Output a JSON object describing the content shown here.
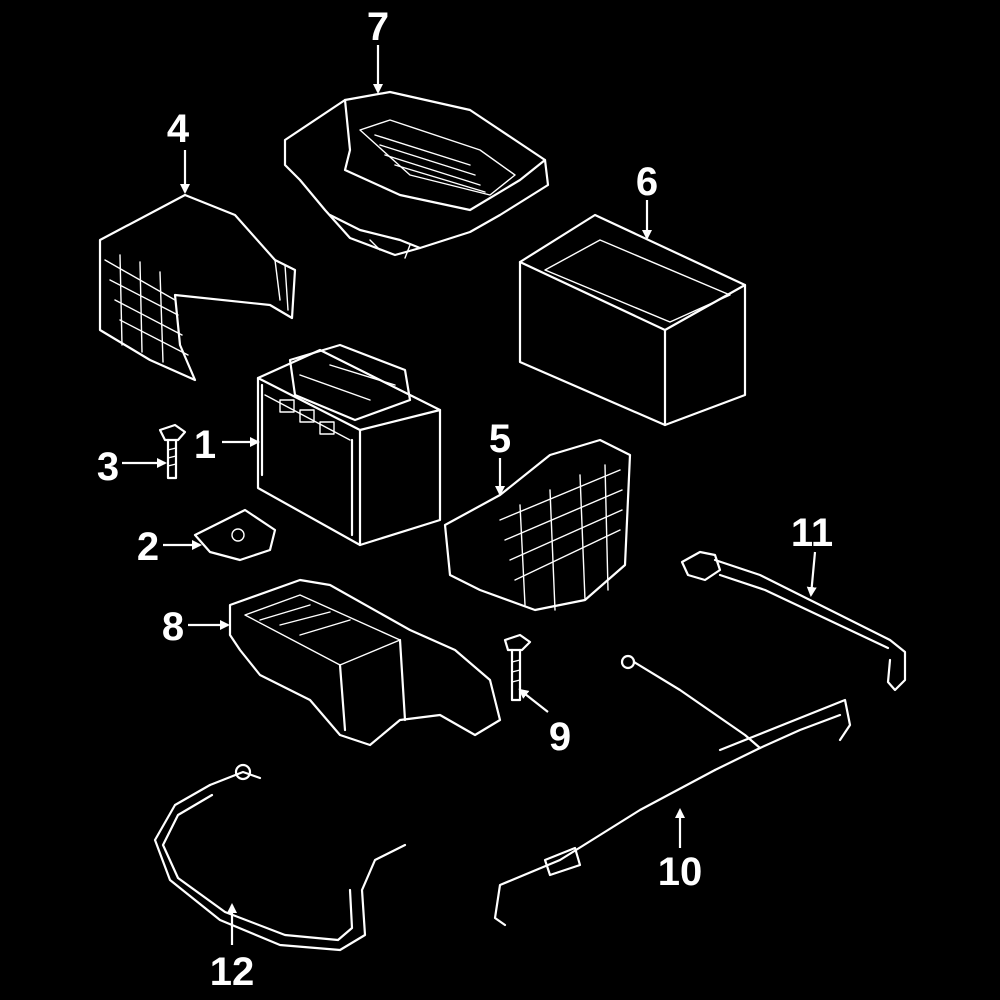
{
  "diagram": {
    "background": "#000000",
    "foreground": "#ffffff",
    "callouts": [
      {
        "id": "1",
        "label": "1"
      },
      {
        "id": "2",
        "label": "2"
      },
      {
        "id": "3",
        "label": "3"
      },
      {
        "id": "4",
        "label": "4"
      },
      {
        "id": "5",
        "label": "5"
      },
      {
        "id": "6",
        "label": "6"
      },
      {
        "id": "7",
        "label": "7"
      },
      {
        "id": "8",
        "label": "8"
      },
      {
        "id": "9",
        "label": "9"
      },
      {
        "id": "10",
        "label": "10"
      },
      {
        "id": "11",
        "label": "11"
      },
      {
        "id": "12",
        "label": "12"
      }
    ]
  }
}
